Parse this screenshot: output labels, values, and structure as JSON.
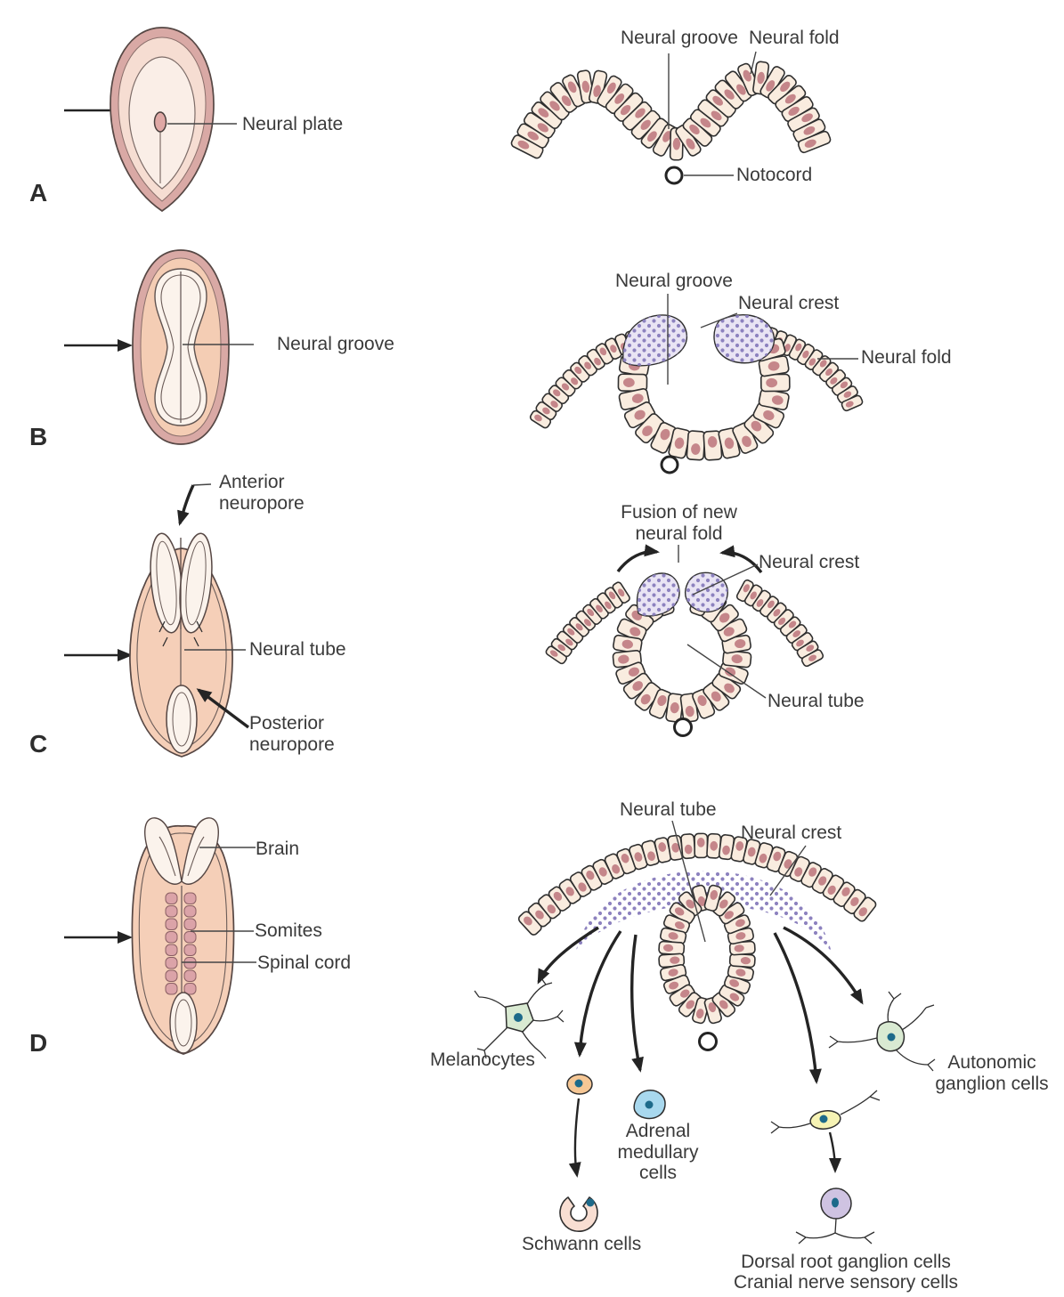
{
  "palette": {
    "cell_fill": "#f9ecdf",
    "nucleus": "#c5868a",
    "crest_purple": "#8d82bf",
    "embryo_ring": "#d9a9a5",
    "embryo_peach": "#f4cdb4",
    "pale": "#fbf3ec",
    "somite": "#dba3a8",
    "melanocyte_green": "#d9ead2",
    "schwann_pink": "#f8ded2",
    "adrenal_blue": "#a8d8ee",
    "spindle_yellow": "#f6f3b4",
    "ganglion_purple": "#cfc3e2",
    "nucleus_blue": "#1d6a8a",
    "ink": "#2f2f2f"
  },
  "rows": {
    "a": {
      "letter": "A",
      "embryo": {
        "neural_plate": "Neural plate"
      },
      "section": {
        "neural_groove": "Neural groove",
        "neural_fold": "Neural fold",
        "notocord": "Notocord"
      }
    },
    "b": {
      "letter": "B",
      "embryo": {
        "neural_groove": "Neural groove"
      },
      "section": {
        "neural_groove": "Neural groove",
        "neural_crest": "Neural crest",
        "neural_fold": "Neural fold"
      }
    },
    "c": {
      "letter": "C",
      "embryo": {
        "anterior_neuropore": "Anterior neuropore",
        "neural_tube": "Neural tube",
        "posterior_neuropore": "Posterior neuropore"
      },
      "section": {
        "fusion_label": "Fusion of new neural fold",
        "neural_crest": "Neural crest",
        "neural_tube": "Neural tube"
      }
    },
    "d": {
      "letter": "D",
      "embryo": {
        "brain": "Brain",
        "somites": "Somites",
        "spinal_cord": "Spinal cord"
      },
      "section": {
        "neural_tube": "Neural tube",
        "neural_crest": "Neural crest"
      },
      "derivatives": {
        "melanocytes": "Melanocytes",
        "schwann_cells": "Schwann cells",
        "adrenal_medullary_cells": "Adrenal medullary cells",
        "autonomic_ganglion_cells": "Autonomic ganglion cells",
        "dorsal_root_ganglion_cells": "Dorsal root ganglion cells",
        "cranial_nerve_sensory_cells": "Cranial nerve sensory cells"
      }
    }
  }
}
